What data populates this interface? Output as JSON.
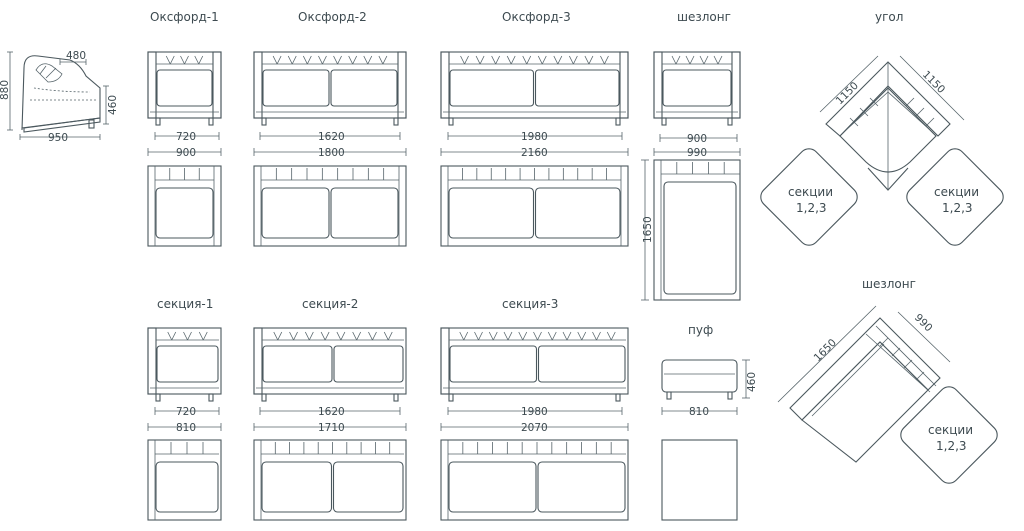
{
  "titles": {
    "oxford1": "Оксфорд-1",
    "oxford2": "Оксфорд-2",
    "oxford3": "Оксфорд-3",
    "chaise_top": "шезлонг",
    "corner": "угол",
    "chaise_right": "шезлонг",
    "section1": "секция-1",
    "section2": "секция-2",
    "section3": "секция-3",
    "pouf": "пуф"
  },
  "dims": {
    "side_480": "480",
    "side_880": "880",
    "side_460": "460",
    "side_950": "950",
    "ox1_720": "720",
    "ox1_900": "900",
    "ox2_1620": "1620",
    "ox2_1800": "1800",
    "ox3_1980": "1980",
    "ox3_2160": "2160",
    "ch_900": "900",
    "ch_990": "990",
    "ch_1650": "1650",
    "corner_1150a": "1150",
    "corner_1150b": "1150",
    "chr_1650": "1650",
    "chr_990": "990",
    "s1_720": "720",
    "s1_810": "810",
    "s2_1620": "1620",
    "s2_1710": "1710",
    "s3_1980": "1980",
    "s3_2070": "2070",
    "pouf_460": "460",
    "pouf_810": "810"
  },
  "sections": {
    "word": "секции",
    "numbers": "1,2,3"
  }
}
